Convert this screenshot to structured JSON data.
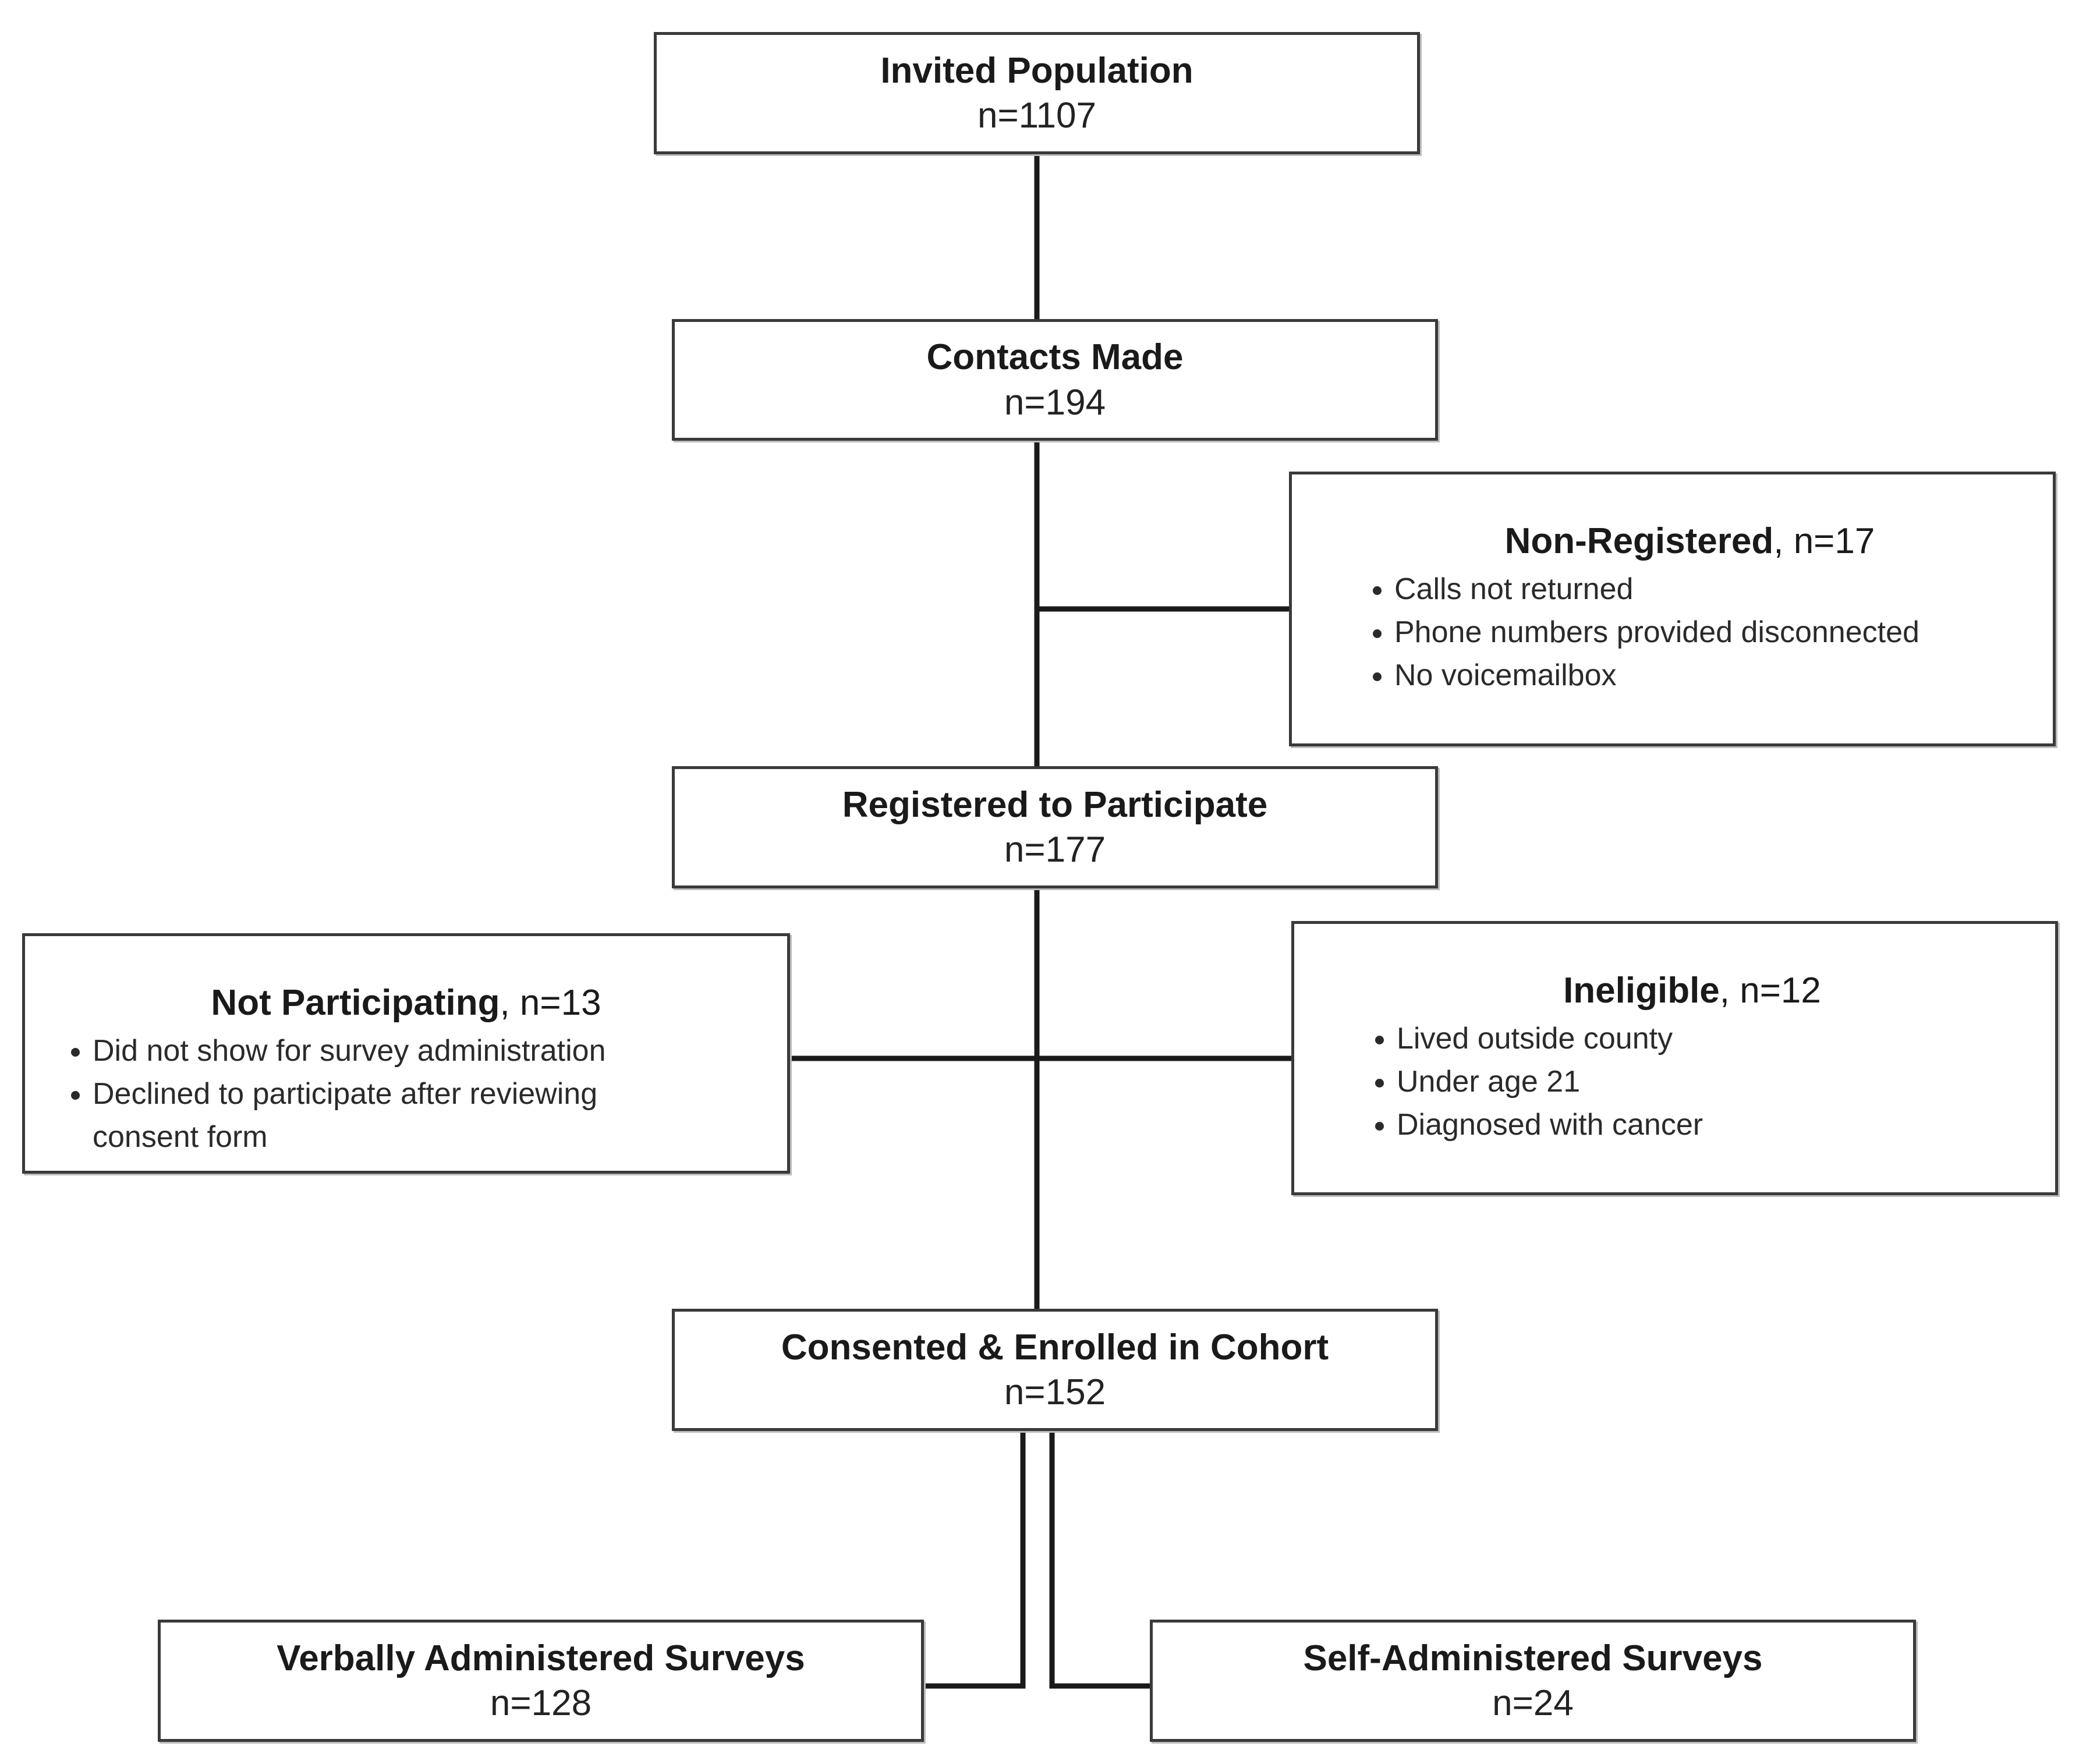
{
  "boxes": {
    "invited": {
      "title": "Invited Population",
      "count": "n=1107"
    },
    "contacts": {
      "title": "Contacts Made",
      "count": "n=194"
    },
    "registered": {
      "title": "Registered to Participate",
      "count": "n=177"
    },
    "consented": {
      "title": "Consented & Enrolled in Cohort",
      "count": "n=152"
    },
    "verbal": {
      "title": "Verbally Administered Surveys",
      "count": "n=128"
    },
    "self": {
      "title": "Self-Administered Surveys",
      "count": "n=24"
    }
  },
  "exclusions": {
    "non_registered": {
      "title": "Non-Registered",
      "count": ", n=17",
      "items": [
        "Calls not returned",
        "Phone numbers provided disconnected",
        "No voicemailbox"
      ]
    },
    "not_participating": {
      "title": "Not Participating",
      "count": ", n=13",
      "items": [
        "Did not show for survey administration",
        "Declined to participate after reviewing consent form"
      ]
    },
    "ineligible": {
      "title": "Ineligible",
      "count": ", n=12",
      "items": [
        "Lived outside county",
        "Under age 21",
        "Diagnosed with cancer"
      ]
    }
  }
}
